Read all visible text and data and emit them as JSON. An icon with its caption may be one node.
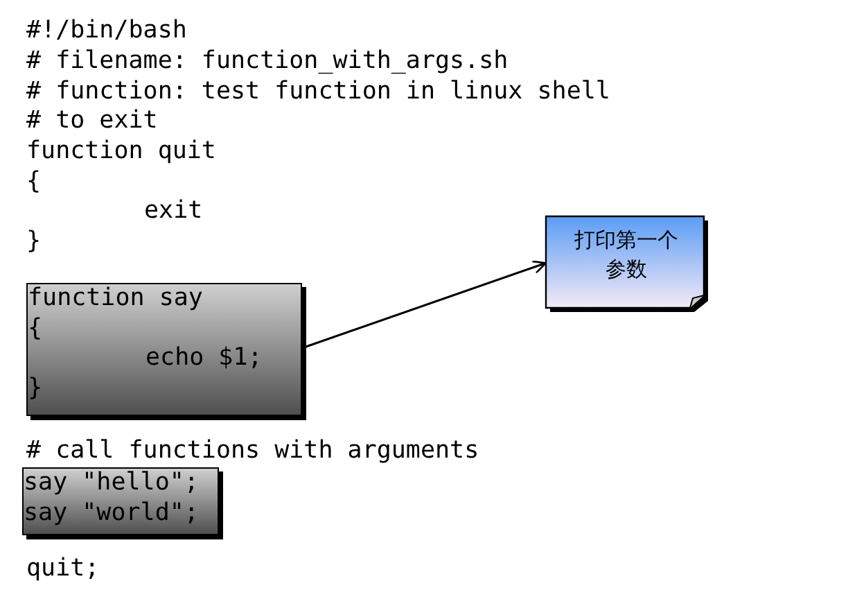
{
  "diagram": {
    "nodes": [
      {
        "text": [
          "function say",
          "{",
          "echo $1;",
          "}"
        ]
      },
      {
        "text": [
          "打印第一个参数"
        ]
      },
      {
        "text": [
          "say \"hello\";",
          "say \"world\";"
        ]
      }
    ],
    "edges": [
      {
        "from": 0,
        "to": 1,
        "arrow": "to"
      }
    ],
    "labels": [
      "#!/bin/bash",
      "# filename: function_with_args.sh",
      "# function: test function in linux shell",
      "# to exit",
      "function quit",
      "{",
      "exit",
      "}",
      "# call functions with arguments",
      "quit;"
    ]
  }
}
